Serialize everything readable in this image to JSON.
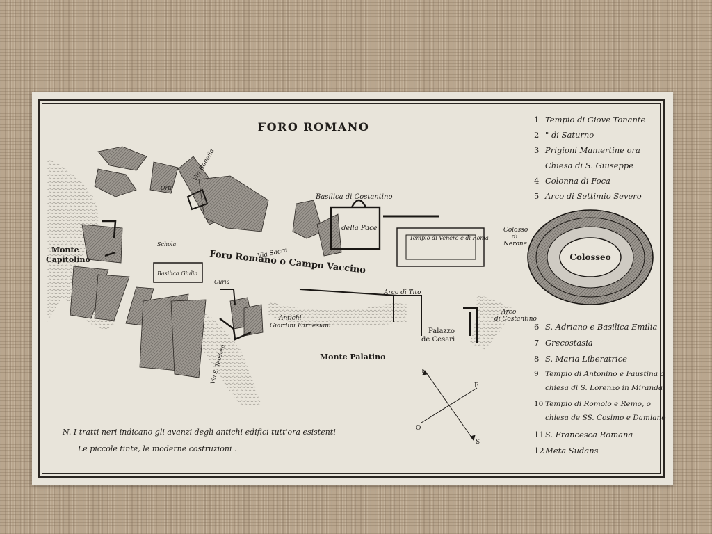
{
  "map": {
    "title": "FORO ROMANO",
    "labels": {
      "monte_capitolino_1": "Monte",
      "monte_capitolino_2": "Capitolino",
      "foro": "Foro Romano o Campo Vaccino",
      "basilica": "Basilica di Costantino",
      "della_pace": "della Pace",
      "via_sacra": "Via Sacra",
      "via_bonella": "Via Bonella",
      "tempio_venere": "Tempio di Venere e di Roma",
      "colosso_1": "Colosso",
      "colosso_2": "di",
      "colosso_3": "Nerone",
      "colosseo": "Colosseo",
      "arco_tito": "Arco di Tito",
      "arco_costantino_1": "Arco",
      "arco_costantino_2": "di Costantino",
      "antichi_1": "Antichi",
      "antichi_2": "Giardini Farnesiani",
      "palazzo_1": "Palazzo",
      "palazzo_2": "de Cesari",
      "monte_palatino": "Monte Palatino",
      "via_teodoro": "Via S. Teodoro",
      "schola": "Schola",
      "orti": "Orti",
      "basilica_giulia": "Basilica Giulia",
      "curia": "Curia"
    },
    "compass": {
      "north": "N",
      "east": "E",
      "south": "S",
      "west": "O"
    },
    "legend": [
      {
        "num": "1",
        "text": "Tempio di Giove Tonante"
      },
      {
        "num": "2",
        "text": "\" di Saturno"
      },
      {
        "num": "3",
        "text": "Prigioni Mamertine ora"
      },
      {
        "num": "",
        "text": "Chiesa di S. Giuseppe"
      },
      {
        "num": "4",
        "text": "Colonna di Foca"
      },
      {
        "num": "5",
        "text": "Arco di Settimio Severo"
      },
      {
        "num": "6",
        "text": "S. Adriano e Basilica Emilia"
      },
      {
        "num": "7",
        "text": "Grecostasia"
      },
      {
        "num": "8",
        "text": "S. Maria Liberatrice"
      },
      {
        "num": "9",
        "text": "Tempio di Antonino e Faustina o"
      },
      {
        "num": "",
        "text": "chiesa di S. Lorenzo in Miranda"
      },
      {
        "num": "10",
        "text": "Tempio di Romolo e Remo, o"
      },
      {
        "num": "",
        "text": "chiesa de SS. Cosimo e Damiano"
      },
      {
        "num": "11",
        "text": "S. Francesca Romana"
      },
      {
        "num": "12",
        "text": "Meta Sudans"
      }
    ],
    "note_line_1": "N. I tratti neri indicano gli avanzi degli antichi edifici tutt'ora esistenti",
    "note_line_2": "Le piccole tinte, le moderne costruzioni ."
  },
  "colors": {
    "ink": "#1f1c19",
    "paper": "#e8e4da",
    "fill": "#8a8580",
    "hatch": "#5c5853"
  }
}
